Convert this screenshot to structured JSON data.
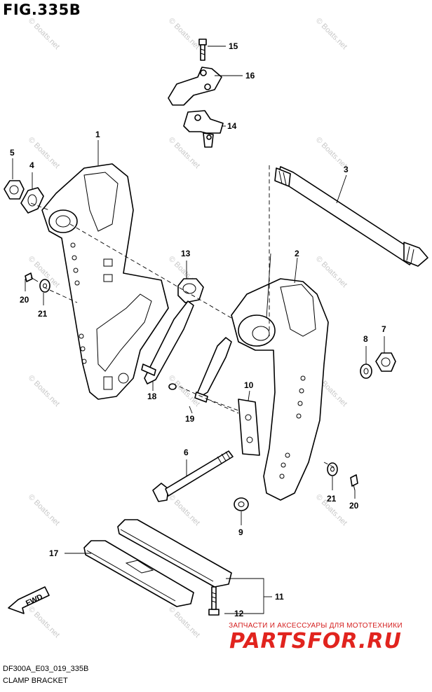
{
  "figure": {
    "title": "FIG.335B",
    "code": "DF300A_E03_019_335B",
    "caption": "CLAMP BRACKET"
  },
  "watermark": "© Boats.net",
  "brand": {
    "tagline": "ЗАПЧАСТИ И АКСЕССУАРЫ ДЛЯ МОТОТЕХНИКИ",
    "logo": "PARTSFOR.RU",
    "color": "#e1241e"
  },
  "forward_label": "FWD",
  "callouts": [
    "1",
    "2",
    "3",
    "4",
    "5",
    "6",
    "7",
    "8",
    "9",
    "10",
    "11",
    "12",
    "13",
    "14",
    "15",
    "16",
    "17",
    "18",
    "19",
    "20",
    "21",
    "20",
    "21"
  ]
}
